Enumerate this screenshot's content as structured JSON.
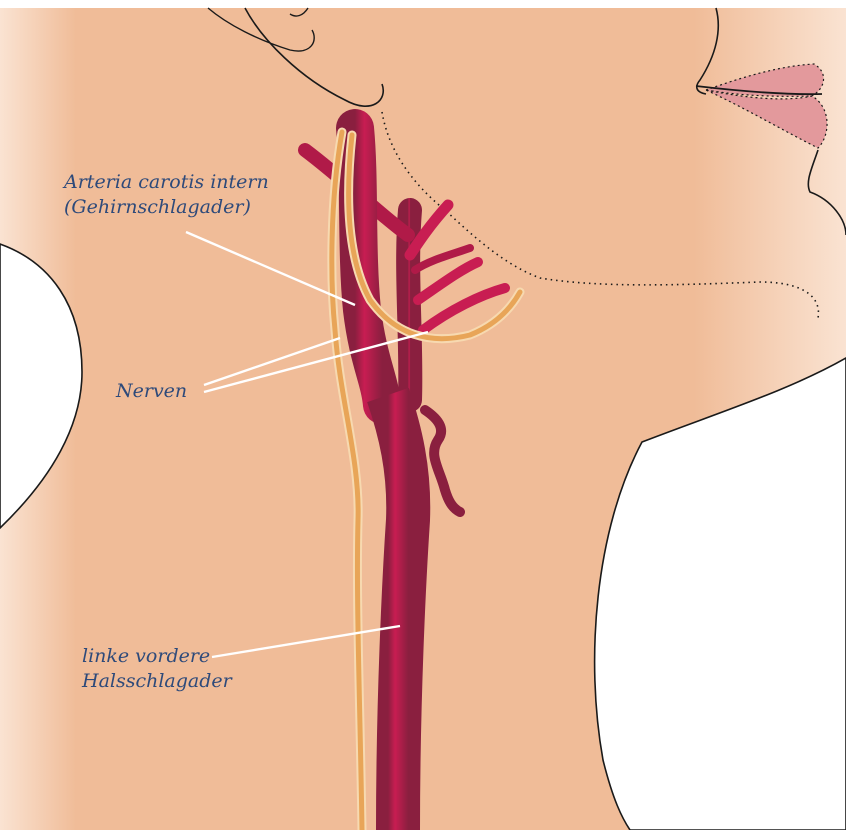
{
  "labels": {
    "carotis_internal": [
      "Arteria carotis intern",
      "(Gehirnschlagader)"
    ],
    "nerves": "Nerven",
    "common_carotid": [
      "linke vordere",
      "Halsschlagader"
    ]
  },
  "colors": {
    "skin": "#f0bc98",
    "skin_edge_light": "#fae3d2",
    "artery": "#c81d52",
    "artery_dark": "#8a1f3f",
    "nerve": "#e8a558",
    "nerve_outline": "#f7d9b0",
    "lips": "#e3999c",
    "outline": "#1a1a1a",
    "label_text": "#2e4a7a",
    "leader_line": "#ffffff"
  }
}
